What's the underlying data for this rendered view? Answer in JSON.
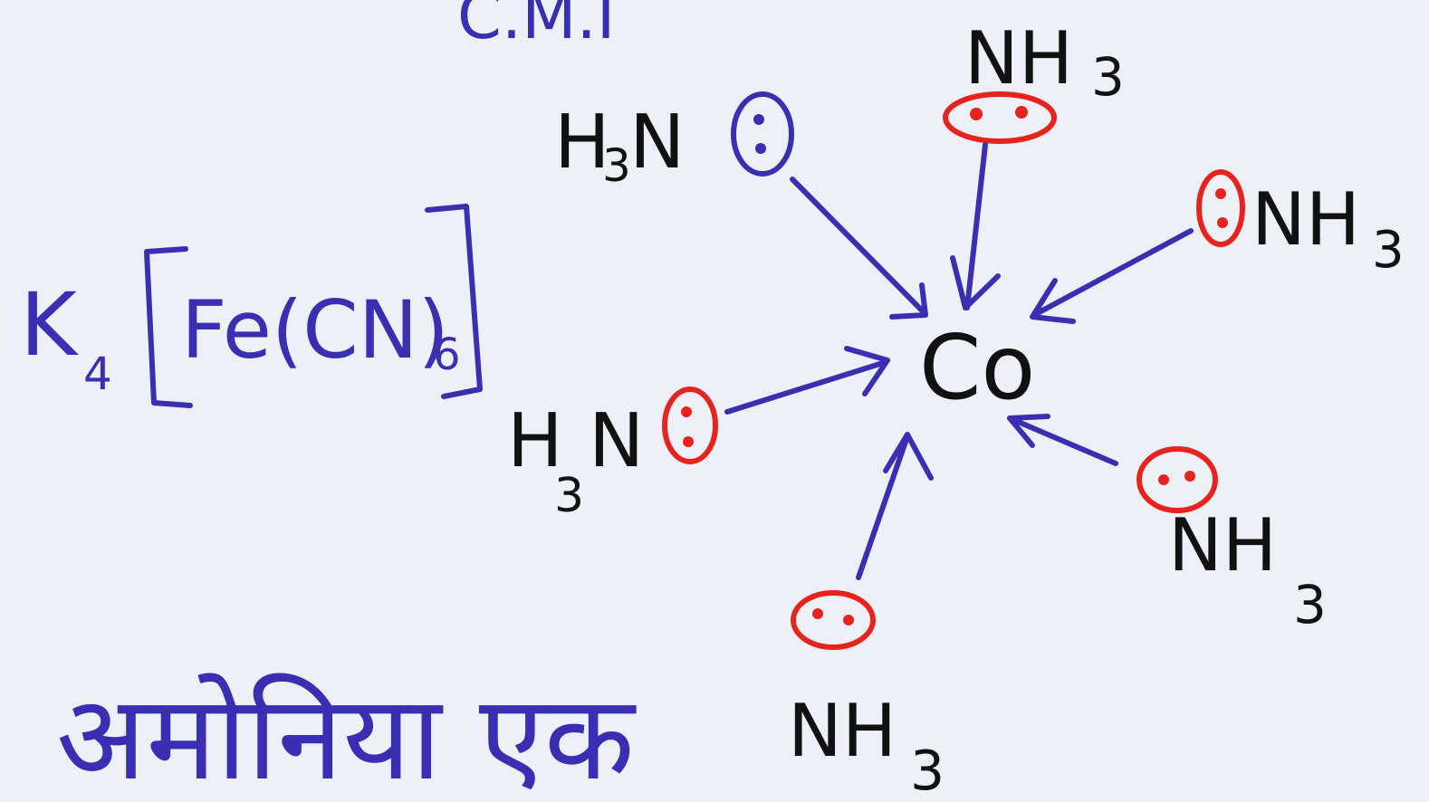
{
  "top_text": "C.M.I",
  "formula": {
    "k": "K",
    "k_sub": "4",
    "inner": "Fe(CN)",
    "inner_sub": "6"
  },
  "hindi_text": "अमोनिया एक",
  "center_atom": "Co",
  "ligands": [
    {
      "main": "H",
      "sub": "3",
      "tail": "N"
    },
    {
      "main": "NH",
      "sub": "3",
      "tail": ""
    },
    {
      "main": "NH",
      "sub": "3",
      "tail": ""
    },
    {
      "main": "H",
      "sub": "3",
      "tail": "N"
    },
    {
      "main": "NH",
      "sub": "3",
      "tail": ""
    },
    {
      "main": "NH",
      "sub": "3",
      "tail": ""
    }
  ],
  "colors": {
    "blue_ink": "#3a2fb3",
    "red_ink": "#e8231e",
    "black_ink": "#111111",
    "background": "#edf1f7"
  }
}
